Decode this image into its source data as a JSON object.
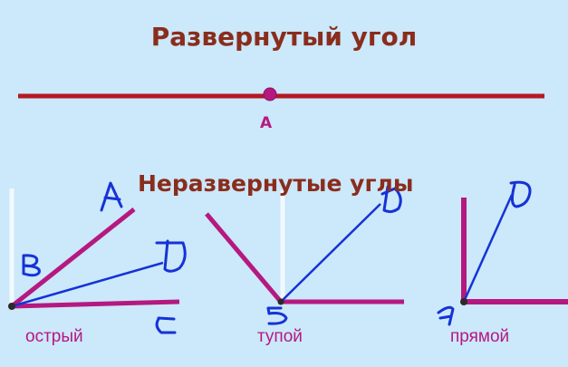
{
  "title_main": "Развернутый угол",
  "title_sub": "Неразвернутые углы",
  "point_label": "A",
  "captions": {
    "acute": "острый",
    "obtuse": "тупой",
    "right": "прямой"
  },
  "colors": {
    "background": "#cce8fb",
    "title": "#8a2d1c",
    "angle_ray": "#b5197f",
    "straight_line": "#b51923",
    "handwriting": "#1533d6"
  }
}
